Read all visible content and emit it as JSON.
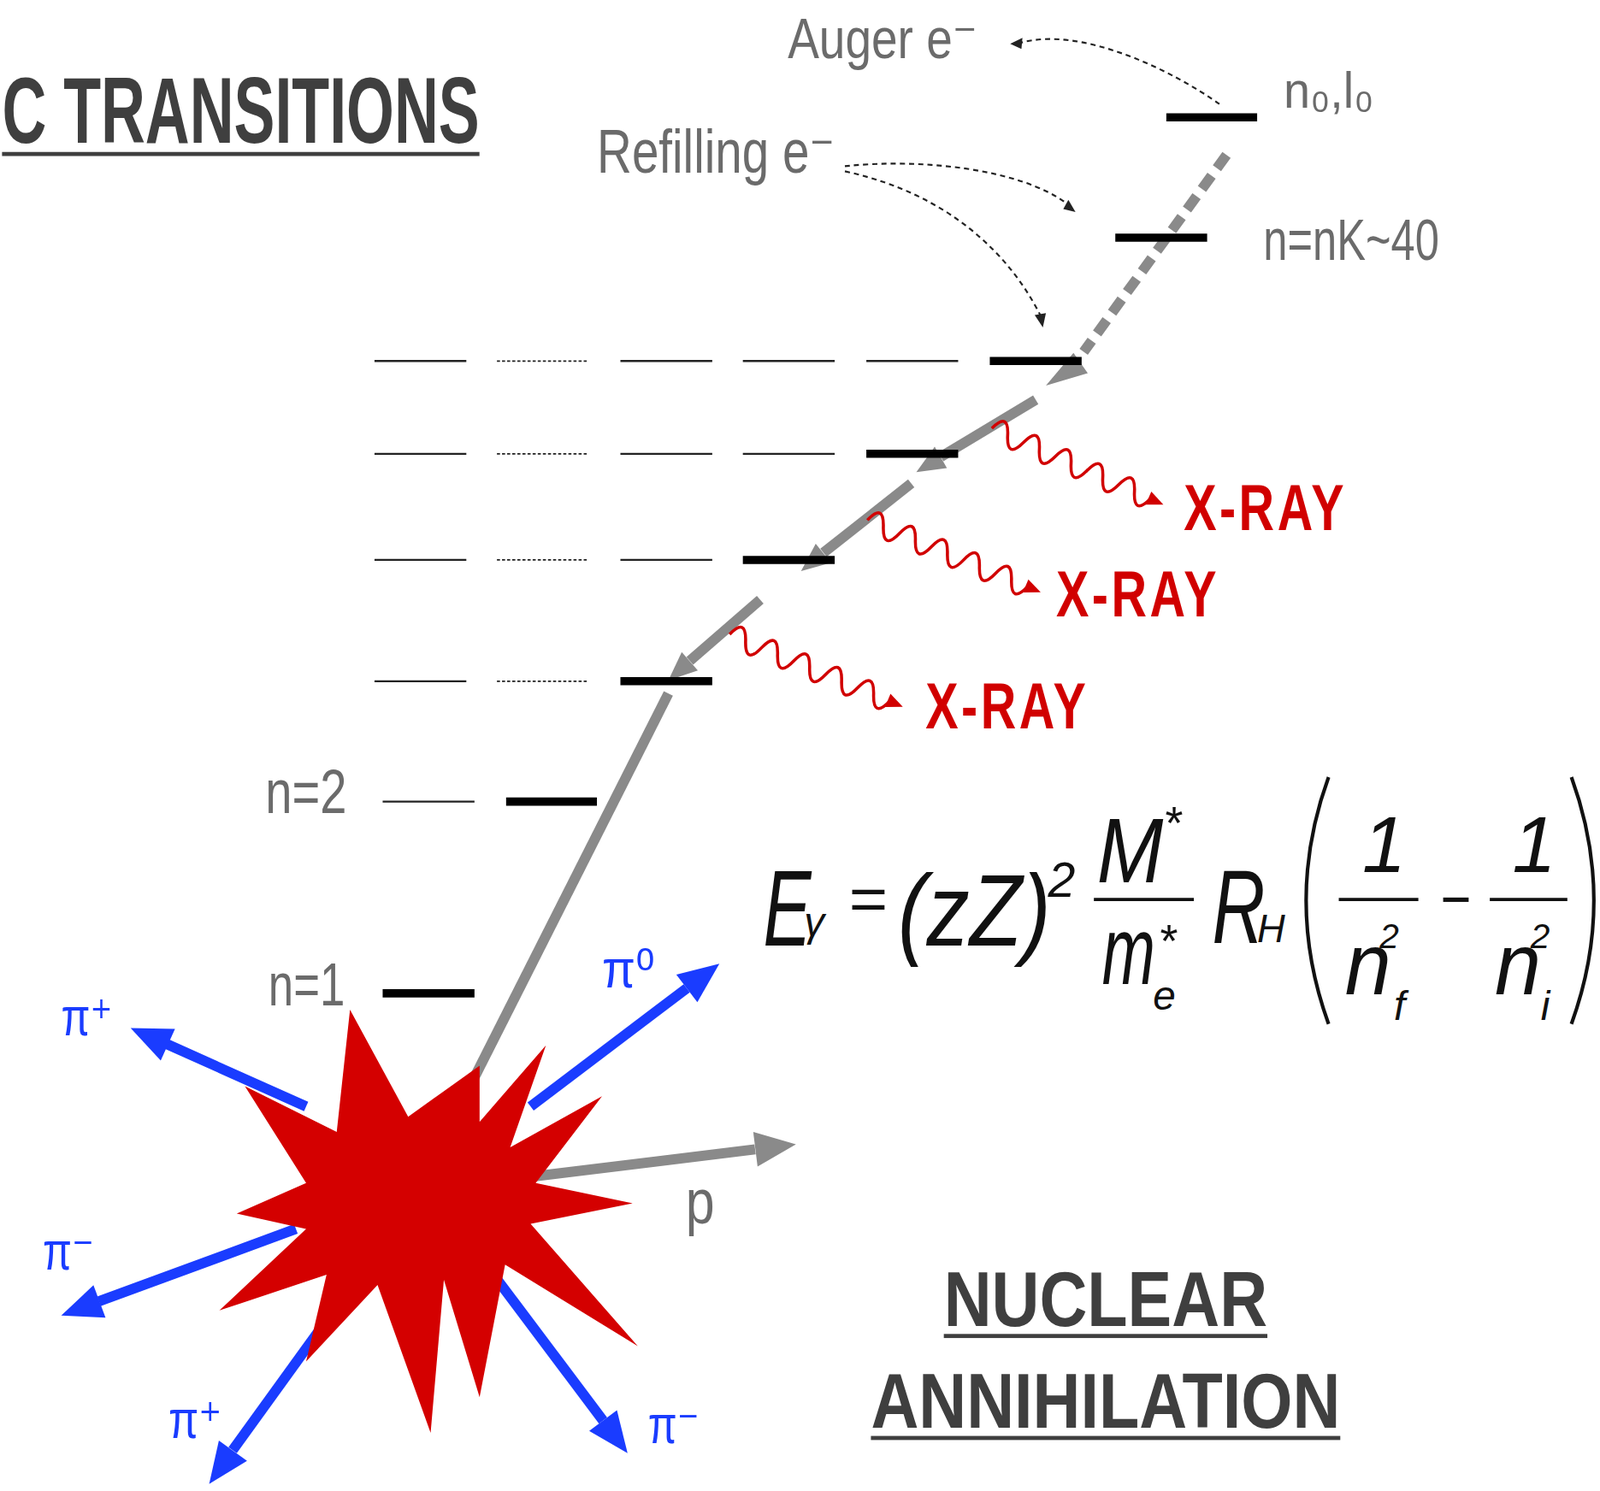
{
  "diagram": {
    "labels": [
      "C TRANSITIONS",
      "Auger e⁻",
      "n₀,l₀",
      "Refilling e⁻",
      "n=nK~40",
      "X-RAY",
      "X-RAY",
      "X-RAY",
      "n=2",
      "E",
      "γ",
      "=",
      "(zZ)",
      "2",
      "M",
      "*",
      "m",
      "*",
      "e",
      "R",
      "H",
      "1",
      "n",
      "f",
      "2",
      "−",
      "1",
      "n",
      "i",
      "2",
      "n=1",
      "π⁺",
      "π⁰",
      "p",
      "π⁻",
      "π⁺",
      "π⁻",
      "NUCLEAR ANNIHILATION"
    ]
  }
}
